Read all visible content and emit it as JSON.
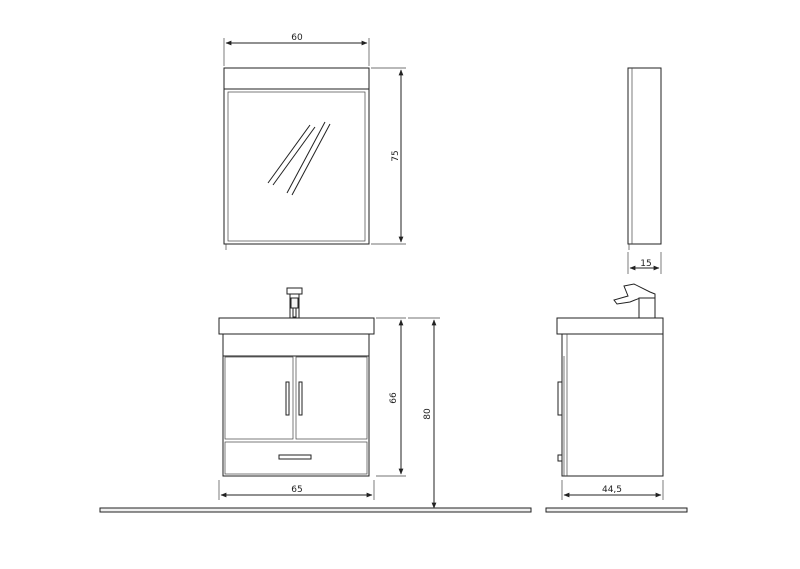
{
  "dimensions": {
    "mirror_width": "60",
    "mirror_height": "75",
    "mirror_depth": "15",
    "vanity_width": "65",
    "vanity_height": "66",
    "total_height": "80",
    "vanity_depth": "44,5"
  },
  "colors": {
    "line": "#222222",
    "background": "#ffffff",
    "floor": "#f0f0f0"
  }
}
